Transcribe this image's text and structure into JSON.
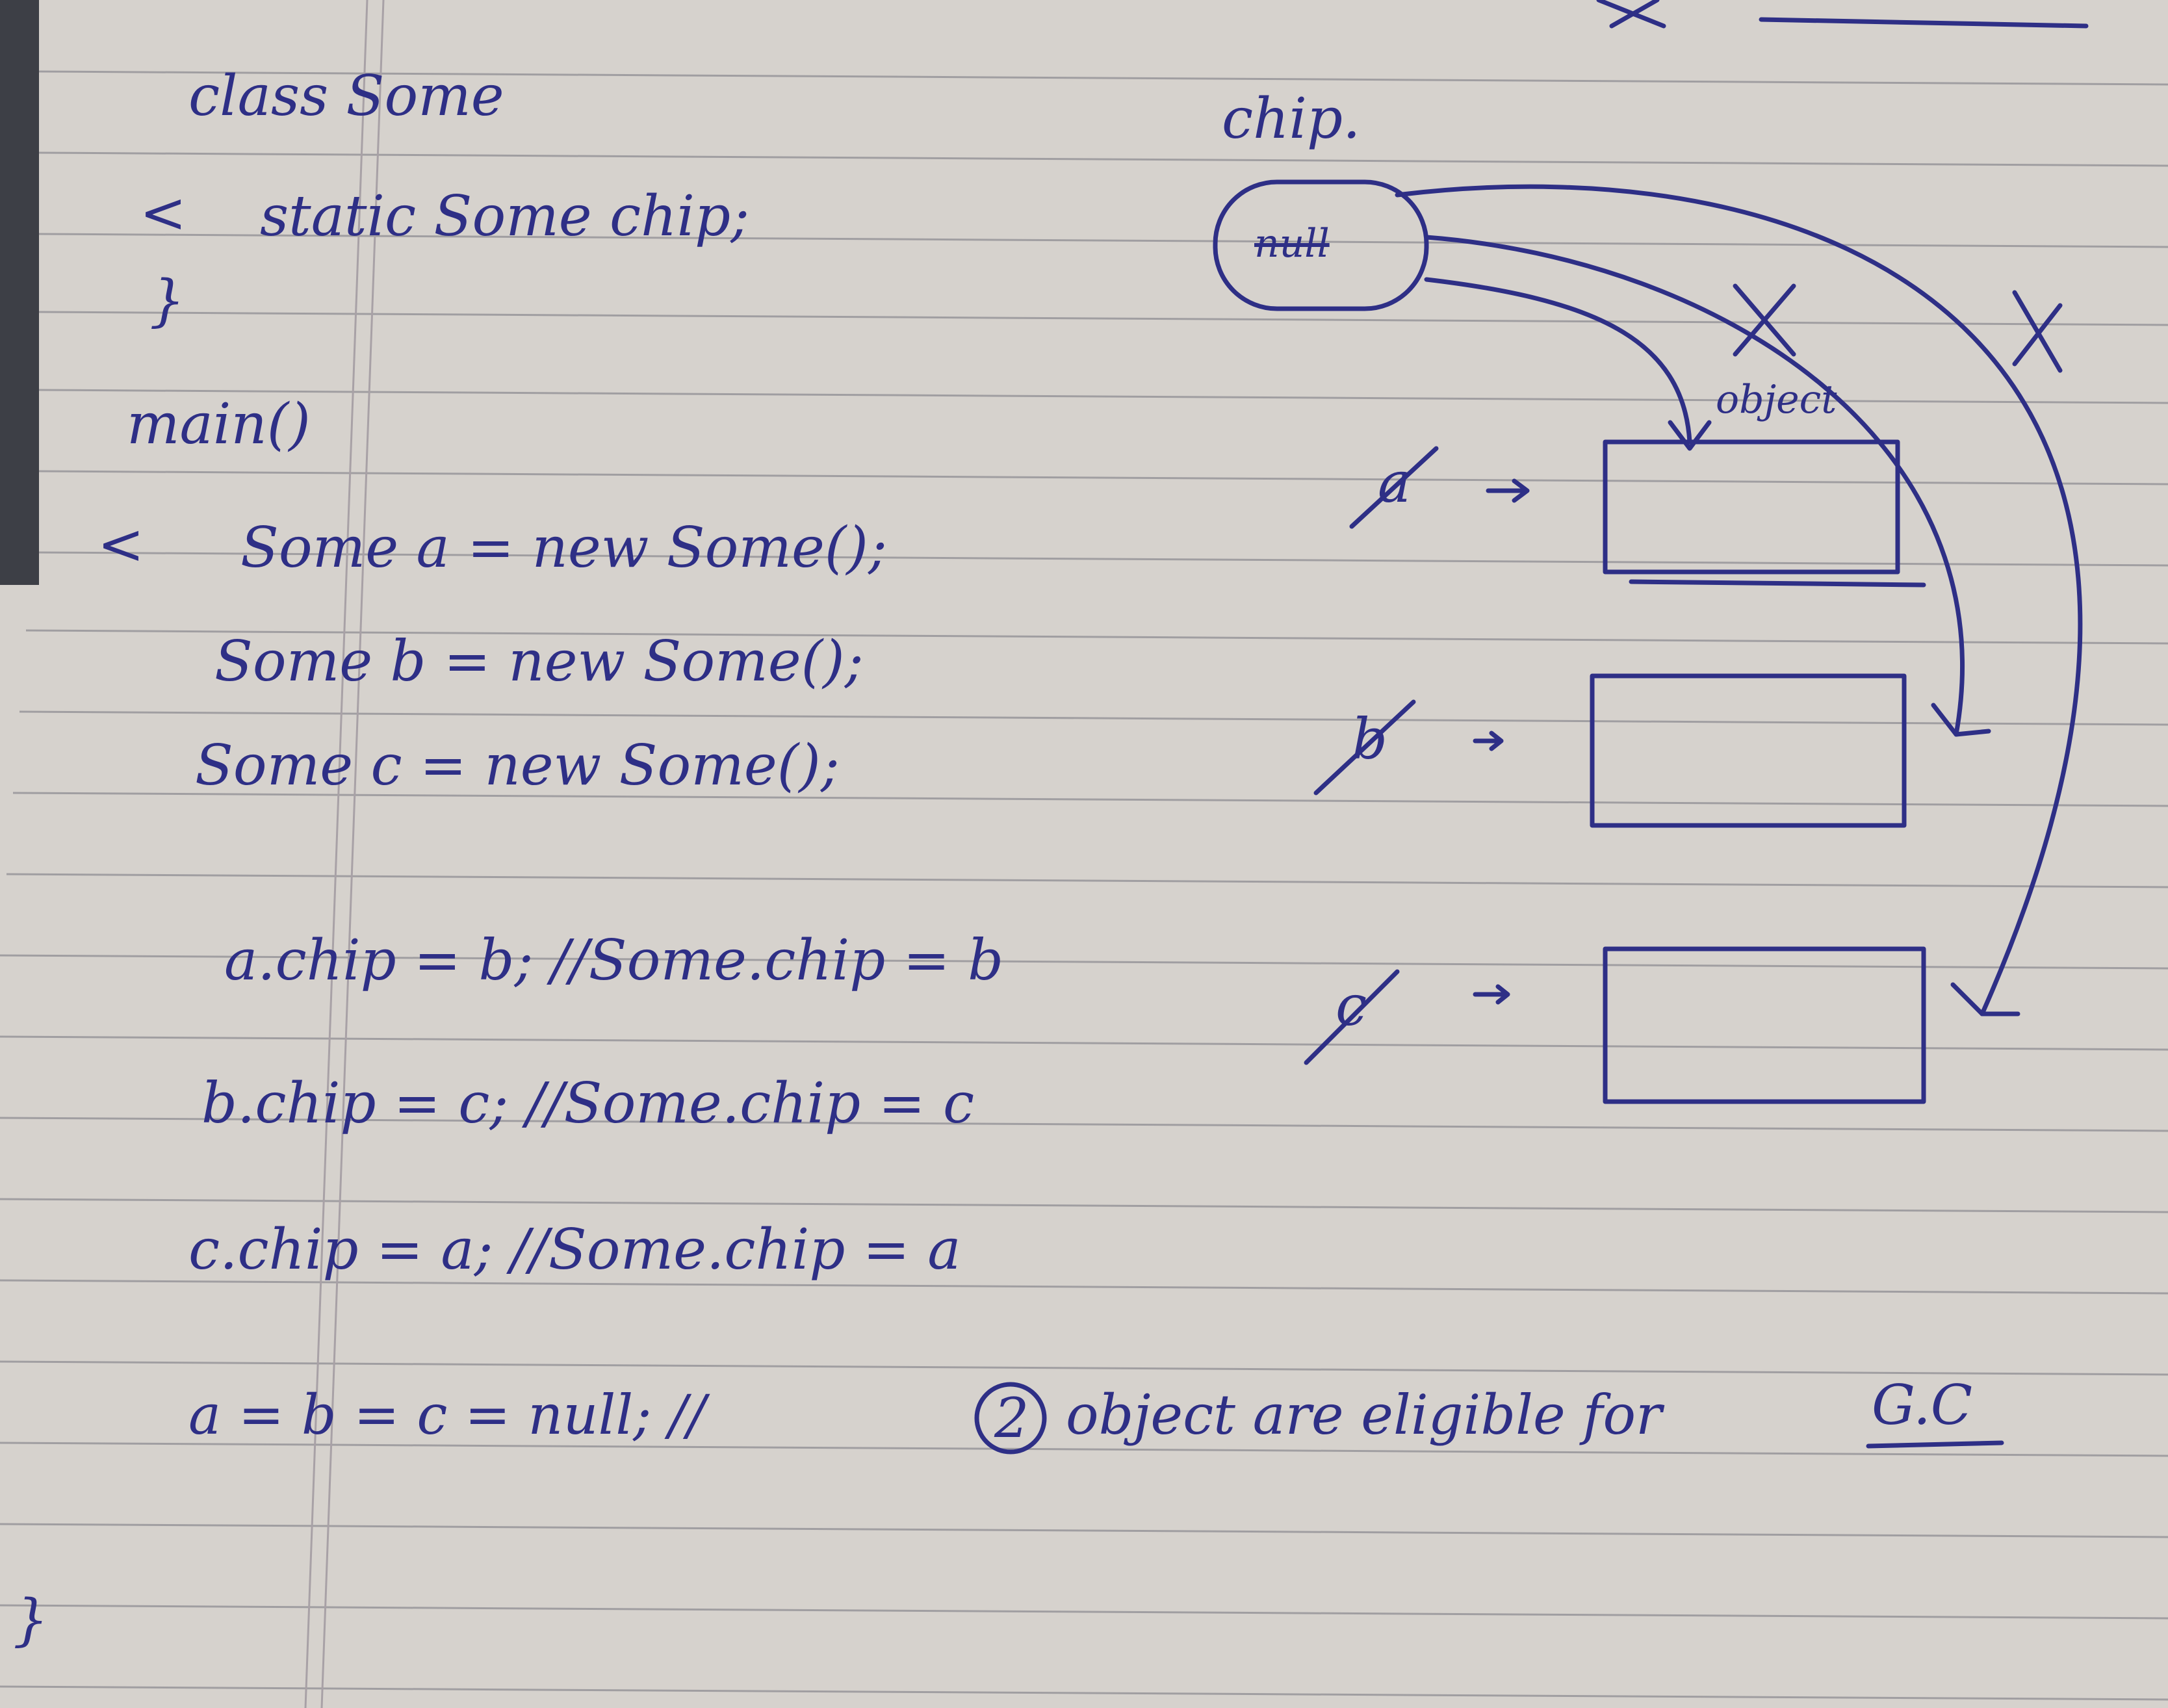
{
  "code": {
    "class_decl": "class Some",
    "open_brace_1": "<",
    "static_field": "static Some chip;",
    "close_brace_1": "}",
    "main_decl": "main()",
    "open_brace_2": "<",
    "line_a": "Some a = new Some();",
    "line_b": "Some b = new Some();",
    "line_c": "Some c = new Some();",
    "assign_a": "a.chip = b; //Some.chip = b",
    "assign_b": "b.chip = c; //Some.chip = c",
    "assign_c": "c.chip = a; //Some.chip = a",
    "nulls_prefix": "a = b = c = null; //",
    "count": "2",
    "nulls_suffix": "object are eligible for",
    "gc": "G.C",
    "close_brace_2": "}"
  },
  "diagram": {
    "chip_label": "chip.",
    "chip_value": "null",
    "object_label": "object",
    "ref_a": "a",
    "ref_b": "b",
    "ref_c": "c"
  },
  "colors": {
    "ink": "#2e2f86",
    "paper": "#d6d2cd",
    "rule": "#8f8d93"
  }
}
